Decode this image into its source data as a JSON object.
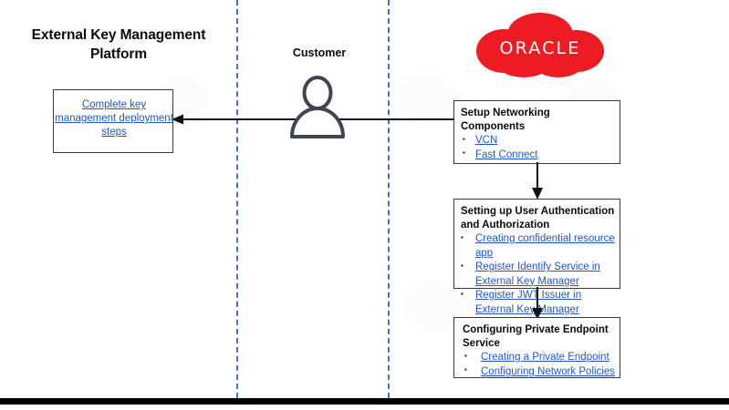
{
  "diagram": {
    "platform_title": "External Key Management Platform",
    "customer_label": "Customer",
    "brand": {
      "name": "ORACLE",
      "logo_icon": "oracle-cloud-icon",
      "color": "#ec1b24"
    },
    "lane_divider_color": "#4472c4",
    "link_color": "#2256c7",
    "left_box": {
      "link_text": "Complete key management deployment steps"
    },
    "boxes": [
      {
        "id": "networking",
        "title": "Setup Networking Components",
        "items": [
          "VCN",
          "Fast Connect"
        ]
      },
      {
        "id": "auth",
        "title": "Setting up User Authentication and Authorization",
        "items": [
          "Creating confidential resource app",
          "Register Identify Service in External Key Manager",
          "Register JWT Issuer in External Key Manager"
        ]
      },
      {
        "id": "endpoint",
        "title": "Configuring Private Endpoint Service",
        "items": [
          "Creating a Private Endpoint",
          "Configuring Network Policies"
        ]
      }
    ]
  }
}
